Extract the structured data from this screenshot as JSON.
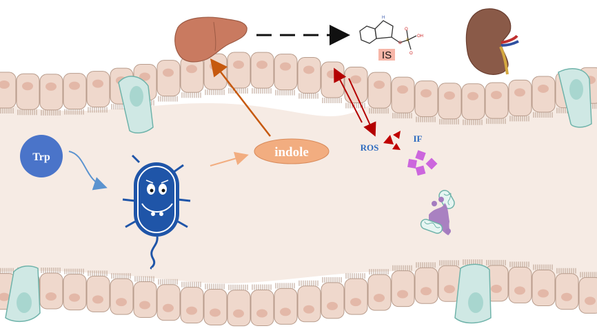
{
  "labels": {
    "trp": "Trp",
    "indole": "indole",
    "is": "IS",
    "ros": "ROS",
    "if": "IF"
  },
  "colors": {
    "lumen": "#f6ebe4",
    "cell_fill": "#efd8cc",
    "cell_stroke": "#b89c8c",
    "nucleus": "#e3b8a8",
    "goblet_fill": "#cfe8e4",
    "goblet_stroke": "#6fb3aa",
    "trp_circle": "#4a74c9",
    "indole_oval": "#f2ad80",
    "bacterium": "#1f55a8",
    "liver": "#c97a60",
    "kidney": "#8a5a48",
    "ros_red": "#c00000",
    "arrow_red": "#b40000",
    "arrow_orange": "#c6590f",
    "if_purple": "#cc66dd",
    "is_box": "#f7b6a8",
    "label_blue": "#2e6bbf"
  },
  "icons": [
    "liver-icon",
    "kidney-icon",
    "indoxyl-sulfate-structure-icon",
    "bacterium-icon",
    "immune-cell-icon"
  ]
}
